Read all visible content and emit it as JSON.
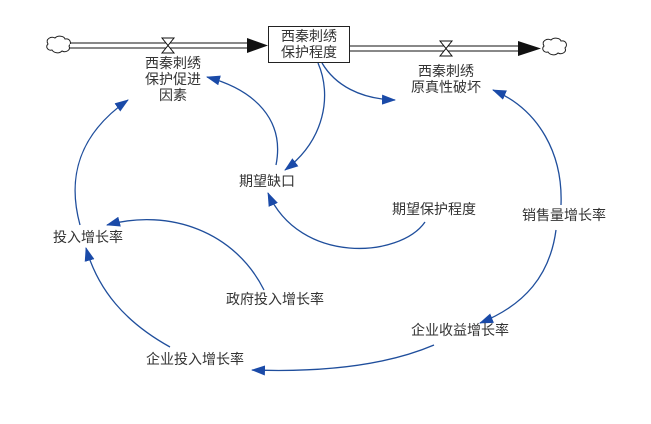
{
  "diagram": {
    "type": "system-dynamics stock-flow diagram",
    "colors": {
      "link": "#1f4e9c",
      "arrowhead": "#1a4aa8",
      "text": "#333333",
      "flow": "#111111"
    },
    "stock": {
      "id": "protection-level",
      "label": "西秦刺绣\n保护程度"
    },
    "flows": [
      {
        "id": "inflow",
        "label": "西秦刺绣\n保护促进\n因素",
        "from": "cloud-source",
        "to": "protection-level"
      },
      {
        "id": "outflow",
        "label": "西秦刺绣\n原真性破坏",
        "from": "protection-level",
        "to": "cloud-sink"
      }
    ],
    "variables": [
      {
        "id": "expected-gap",
        "label": "期望缺口"
      },
      {
        "id": "expected-protection",
        "label": "期望保护程度"
      },
      {
        "id": "sales-growth",
        "label": "销售量增长率"
      },
      {
        "id": "investment-growth",
        "label": "投入增长率"
      },
      {
        "id": "gov-investment-growth",
        "label": "政府投入增长率"
      },
      {
        "id": "enterprise-revenue-growth",
        "label": "企业收益增长率"
      },
      {
        "id": "enterprise-investment-growth",
        "label": "企业投入增长率"
      }
    ],
    "links": [
      {
        "from": "protection-level",
        "to": "expected-gap"
      },
      {
        "from": "protection-level",
        "to": "outflow"
      },
      {
        "from": "expected-gap",
        "to": "inflow"
      },
      {
        "from": "expected-protection",
        "to": "expected-gap"
      },
      {
        "from": "sales-growth",
        "to": "outflow"
      },
      {
        "from": "sales-growth",
        "to": "enterprise-revenue-growth"
      },
      {
        "from": "gov-investment-growth",
        "to": "investment-growth"
      },
      {
        "from": "investment-growth",
        "to": "inflow"
      },
      {
        "from": "enterprise-revenue-growth",
        "to": "enterprise-investment-growth"
      },
      {
        "from": "enterprise-investment-growth",
        "to": "investment-growth"
      }
    ]
  }
}
